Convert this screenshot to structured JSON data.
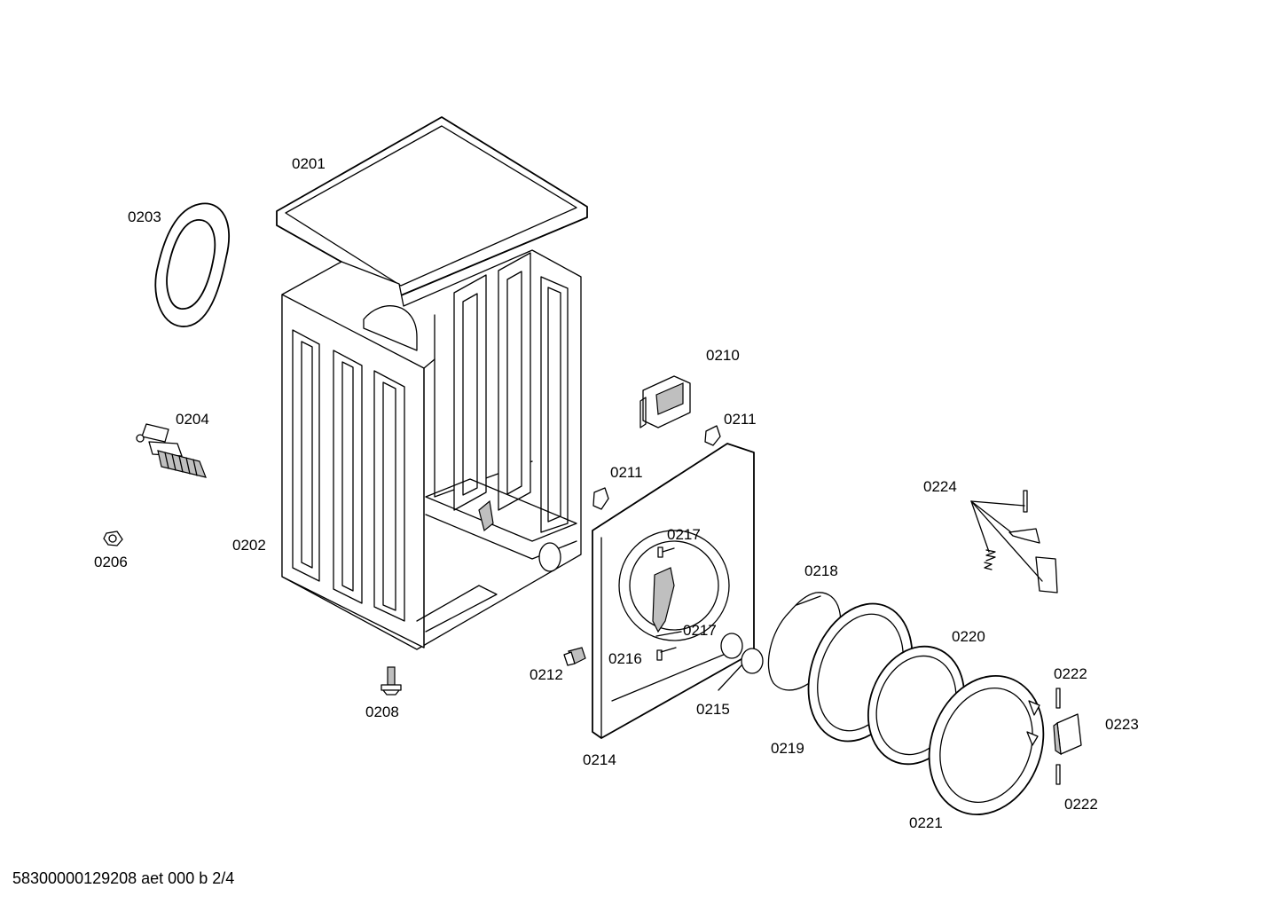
{
  "labels": {
    "p0201": "0201",
    "p0202": "0202",
    "p0203": "0203",
    "p0204": "0204",
    "p0206": "0206",
    "p0208": "0208",
    "p0210": "0210",
    "p0211a": "0211",
    "p0211b": "0211",
    "p0212": "0212",
    "p0214": "0214",
    "p0215": "0215",
    "p0216": "0216",
    "p0217a": "0217",
    "p0217b": "0217",
    "p0218": "0218",
    "p0219": "0219",
    "p0220": "0220",
    "p0221": "0221",
    "p0222a": "0222",
    "p0222b": "0222",
    "p0223": "0223",
    "p0224": "0224"
  },
  "footer": {
    "text": "58300000129208 aet 000 b 2/4"
  }
}
